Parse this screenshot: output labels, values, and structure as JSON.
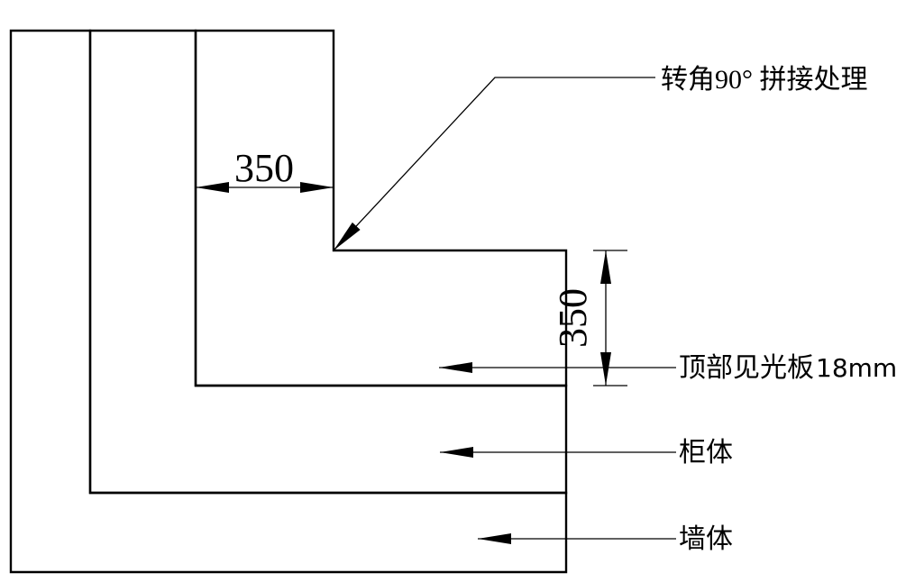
{
  "drawing": {
    "dimensions": {
      "panel_width": "350",
      "panel_height": "350"
    },
    "callouts": {
      "corner_joint": "转角90° 拼接处理",
      "top_panel": "顶部见光板",
      "top_panel_thickness": "18mm",
      "cabinet": "柜体",
      "wall": "墙体"
    },
    "colors": {
      "line": "#000000",
      "background": "#ffffff"
    }
  }
}
